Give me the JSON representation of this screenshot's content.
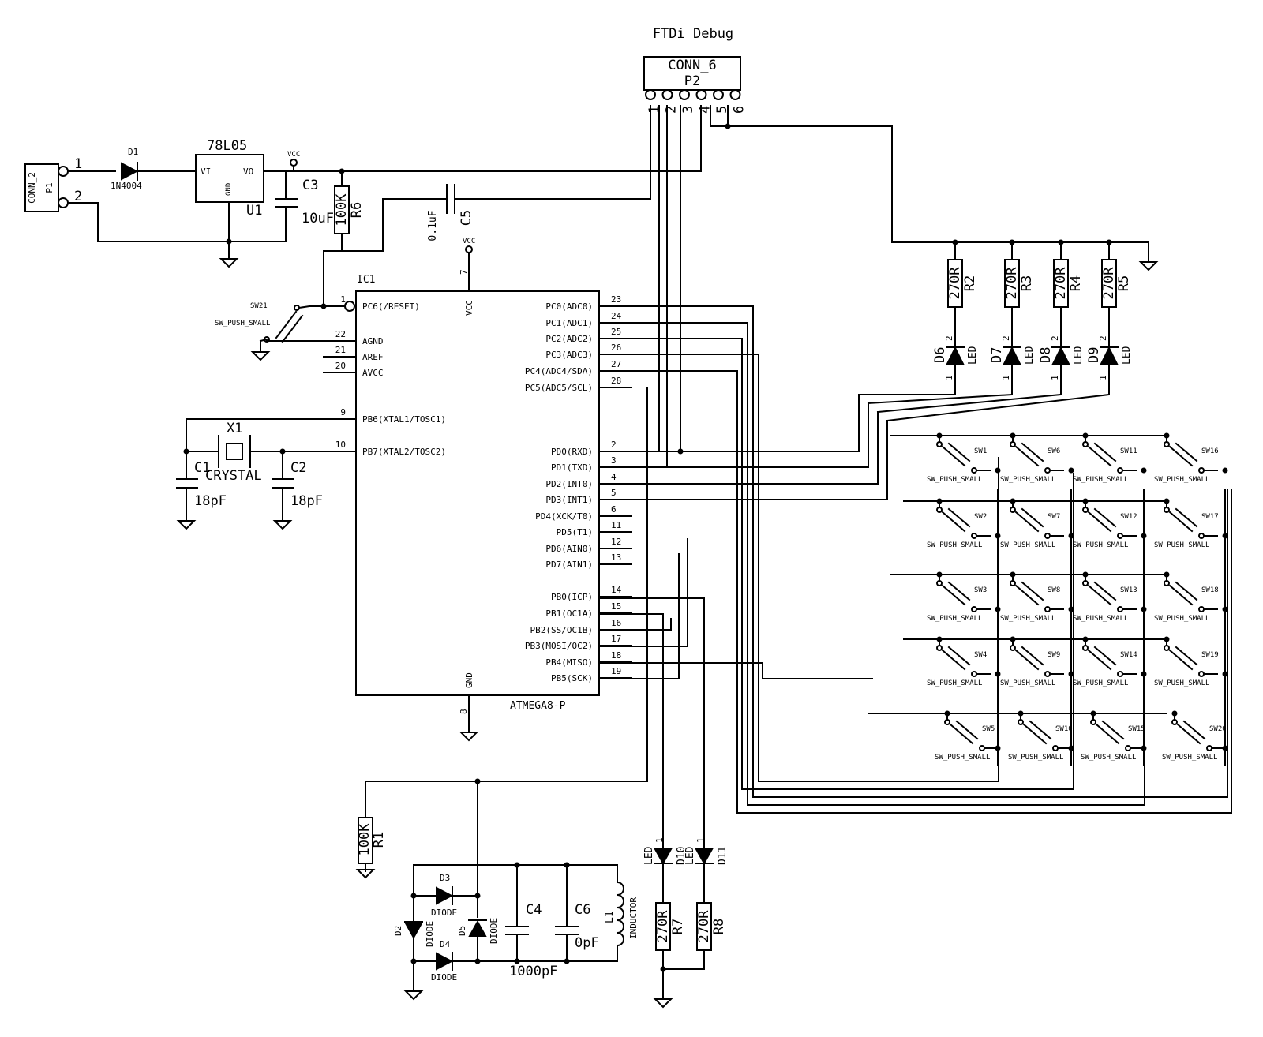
{
  "title": "FTDi Debug",
  "connectors": {
    "p2": {
      "value": "CONN_6",
      "ref": "P2",
      "pins": [
        "1",
        "2",
        "3",
        "4",
        "5",
        "6"
      ]
    },
    "p1": {
      "value": "CONN_2",
      "ref": "P1",
      "pins": [
        "1",
        "2"
      ]
    }
  },
  "power": {
    "d1": {
      "ref": "D1",
      "value": "1N4004"
    },
    "u1": {
      "ref": "U1",
      "value": "78L05",
      "vi": "VI",
      "vo": "VO",
      "gnd": "GND"
    },
    "vcc_label": "VCC",
    "c3": {
      "ref": "C3",
      "value": "10uF"
    },
    "r6": {
      "ref": "R6",
      "value": "100K"
    },
    "c5": {
      "ref": "C5",
      "value": "0.1uF"
    }
  },
  "mcu": {
    "ref": "IC1",
    "value": "ATMEGA8-P",
    "top_pin": {
      "num": "7",
      "name": "VCC"
    },
    "bottom_pin": {
      "num": "8",
      "name": "GND"
    },
    "left_pins": [
      {
        "num": "1",
        "name": "PC6(/RESET)"
      },
      {
        "num": "22",
        "name": "AGND"
      },
      {
        "num": "21",
        "name": "AREF"
      },
      {
        "num": "20",
        "name": "AVCC"
      },
      {
        "num": "9",
        "name": "PB6(XTAL1/TOSC1)"
      },
      {
        "num": "10",
        "name": "PB7(XTAL2/TOSC2)"
      }
    ],
    "right_pins": [
      {
        "num": "23",
        "name": "PC0(ADC0)"
      },
      {
        "num": "24",
        "name": "PC1(ADC1)"
      },
      {
        "num": "25",
        "name": "PC2(ADC2)"
      },
      {
        "num": "26",
        "name": "PC3(ADC3)"
      },
      {
        "num": "27",
        "name": "PC4(ADC4/SDA)"
      },
      {
        "num": "28",
        "name": "PC5(ADC5/SCL)"
      },
      {
        "num": "2",
        "name": "PD0(RXD)"
      },
      {
        "num": "3",
        "name": "PD1(TXD)"
      },
      {
        "num": "4",
        "name": "PD2(INT0)"
      },
      {
        "num": "5",
        "name": "PD3(INT1)"
      },
      {
        "num": "6",
        "name": "PD4(XCK/T0)"
      },
      {
        "num": "11",
        "name": "PD5(T1)"
      },
      {
        "num": "12",
        "name": "PD6(AIN0)"
      },
      {
        "num": "13",
        "name": "PD7(AIN1)"
      },
      {
        "num": "14",
        "name": "PB0(ICP)"
      },
      {
        "num": "15",
        "name": "PB1(OC1A)"
      },
      {
        "num": "16",
        "name": "PB2(SS/OC1B)"
      },
      {
        "num": "17",
        "name": "PB3(MOSI/OC2)"
      },
      {
        "num": "18",
        "name": "PB4(MISO)"
      },
      {
        "num": "19",
        "name": "PB5(SCK)"
      }
    ]
  },
  "crystal": {
    "ref": "X1",
    "value": "CRYSTAL",
    "c1": "C1",
    "c2": "C2",
    "cap_value": "18pF"
  },
  "reset_switch": {
    "ref": "SW21",
    "value": "SW_PUSH_SMALL"
  },
  "status_leds": [
    {
      "res_ref": "R2",
      "res_value": "270R",
      "led_ref": "D6",
      "led_value": "LED",
      "pin2": "2",
      "pin1": "1"
    },
    {
      "res_ref": "R3",
      "res_value": "270R",
      "led_ref": "D7",
      "led_value": "LED",
      "pin2": "2",
      "pin1": "1"
    },
    {
      "res_ref": "R4",
      "res_value": "270R",
      "led_ref": "D8",
      "led_value": "LED",
      "pin2": "2",
      "pin1": "1"
    },
    {
      "res_ref": "R5",
      "res_value": "270R",
      "led_ref": "D9",
      "led_value": "LED",
      "pin2": "2",
      "pin1": "1"
    }
  ],
  "keypad": {
    "value": "SW_PUSH_SMALL",
    "rows": [
      [
        "SW1",
        "SW6",
        "SW11",
        "SW16"
      ],
      [
        "SW2",
        "SW7",
        "SW12",
        "SW17"
      ],
      [
        "SW3",
        "SW8",
        "SW13",
        "SW18"
      ],
      [
        "SW4",
        "SW9",
        "SW14",
        "SW19"
      ],
      [
        "SW5",
        "SW10",
        "SW15",
        "SW20"
      ]
    ]
  },
  "receiver": {
    "r1": {
      "ref": "R1",
      "value": "100K"
    },
    "diodes": [
      {
        "ref": "D2",
        "value": "DIODE"
      },
      {
        "ref": "D3",
        "value": "DIODE"
      },
      {
        "ref": "D4",
        "value": "DIODE"
      },
      {
        "ref": "D5",
        "value": "DIODE"
      }
    ],
    "c4": {
      "ref": "C4",
      "value": "1000pF"
    },
    "c6": {
      "ref": "C6",
      "value": "0pF"
    },
    "l1": {
      "ref": "L1",
      "value": "INDUCTOR"
    }
  },
  "output_leds": [
    {
      "led_ref": "D10",
      "led_value": "LED",
      "pin": "1",
      "res_ref": "R7",
      "res_value": "270R"
    },
    {
      "led_ref": "D11",
      "led_value": "LED",
      "pin": "1",
      "res_ref": "R8",
      "res_value": "270R"
    }
  ]
}
